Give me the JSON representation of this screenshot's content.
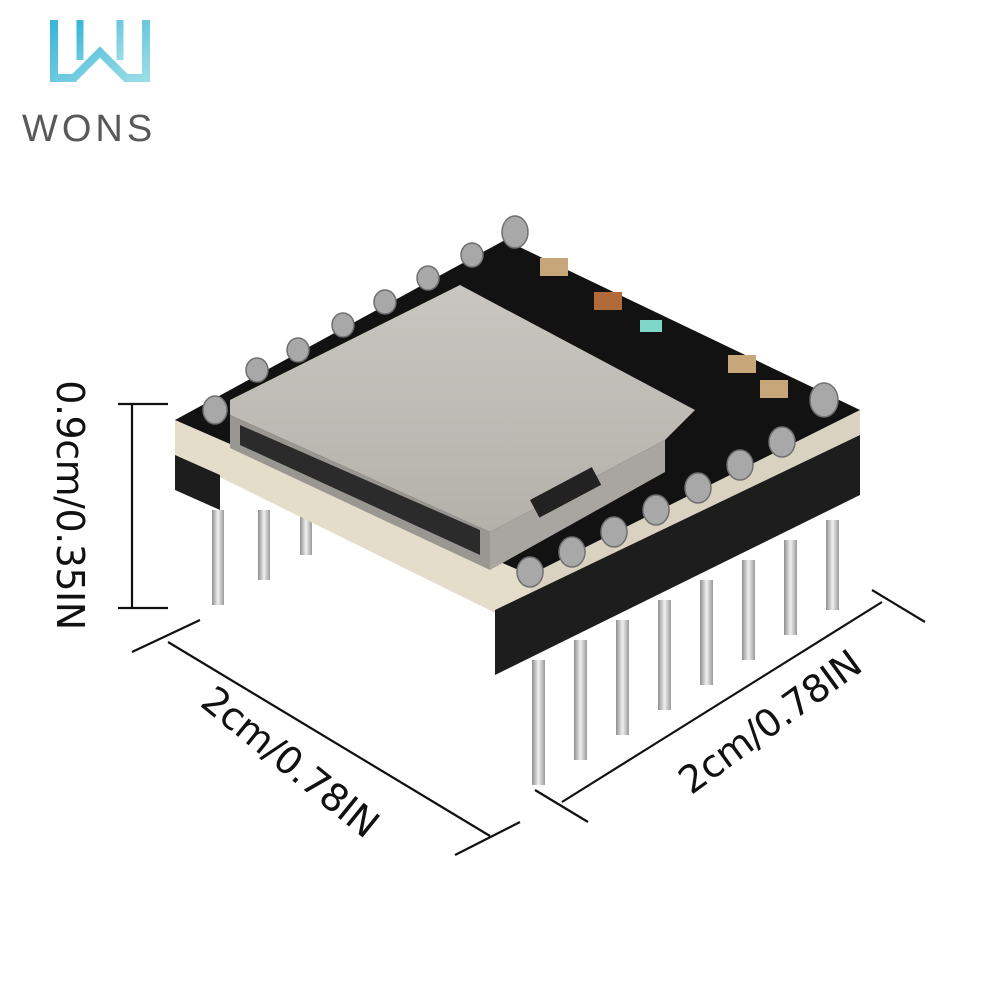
{
  "brand": {
    "name": "WONS",
    "logo_icon": "wons-w-logo",
    "accent": "#3fb3d6"
  },
  "product": {
    "icon": "mp3-module-board-image"
  },
  "dimensions": {
    "height_label": "0.9cm/0.35IN",
    "width_left_label": "2cm/0.78IN",
    "width_right_label": "2cm/0.78IN"
  }
}
